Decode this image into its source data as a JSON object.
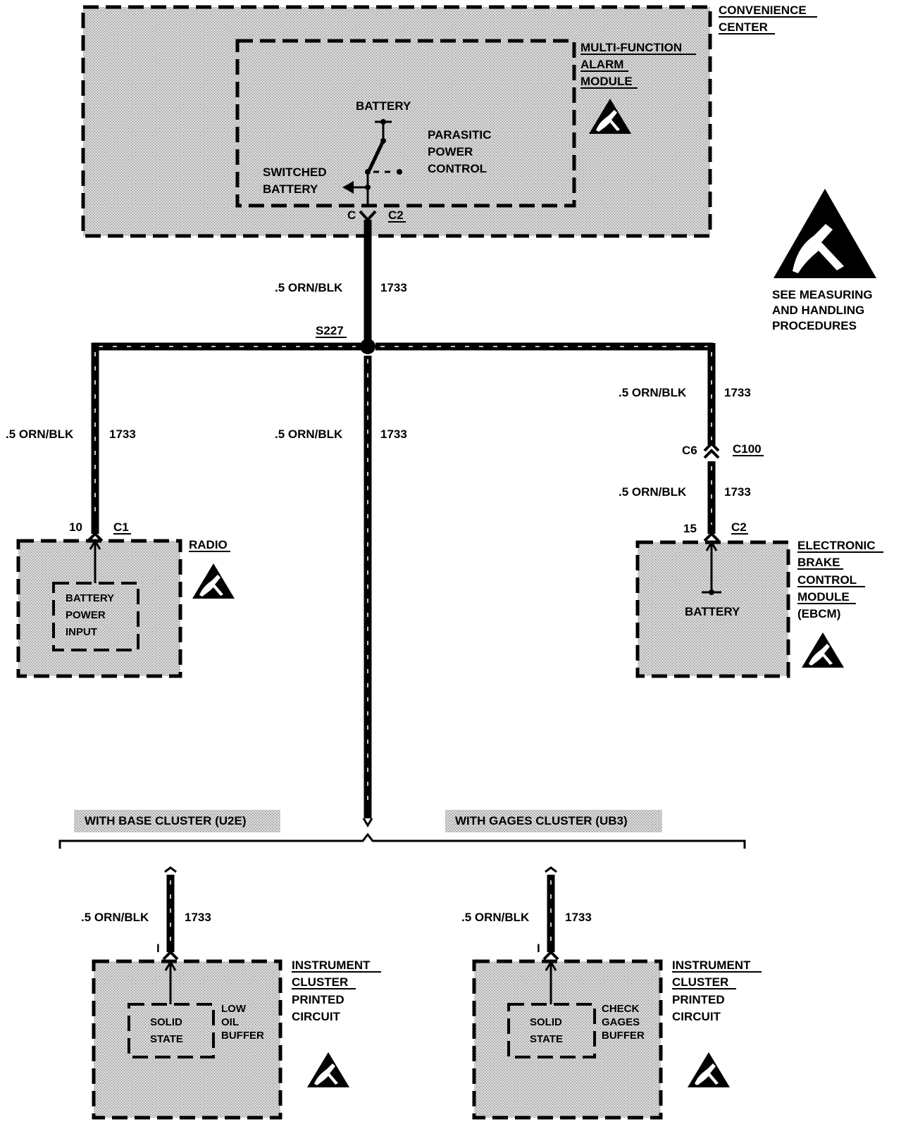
{
  "convenience_center": {
    "title_lines": [
      "CONVENIENCE",
      "CENTER"
    ]
  },
  "multi_function_alarm_module": {
    "title_lines": [
      "MULTI-FUNCTION",
      "ALARM",
      "MODULE"
    ],
    "battery_label": "BATTERY",
    "parasitic_lines": [
      "PARASITIC",
      "POWER",
      "CONTROL"
    ],
    "switched_lines": [
      "SWITCHED",
      "BATTERY"
    ],
    "pin": "C",
    "connector": "C2"
  },
  "esd_note_lines": [
    "SEE MEASURING",
    "AND HANDLING",
    "PROCEDURES"
  ],
  "wires": {
    "top": {
      "label": ".5 ORN/BLK",
      "circuit": "1733"
    },
    "splice": "S227",
    "left_drop": {
      "label": ".5 ORN/BLK",
      "circuit": "1733"
    },
    "center_drop": {
      "label": ".5 ORN/BLK",
      "circuit": "1733"
    },
    "right_upper": {
      "label": ".5 ORN/BLK",
      "circuit": "1733"
    },
    "right_lower": {
      "label": ".5 ORN/BLK",
      "circuit": "1733"
    },
    "bottom_left": {
      "label": ".5 ORN/BLK",
      "circuit": "1733"
    },
    "bottom_right": {
      "label": ".5 ORN/BLK",
      "circuit": "1733"
    }
  },
  "inline_connector": {
    "pin": "C6",
    "connector": "C100"
  },
  "radio": {
    "title": "RADIO",
    "pin": "10",
    "connector": "C1",
    "inner_lines": [
      "BATTERY",
      "POWER",
      "INPUT"
    ]
  },
  "ebcm": {
    "title_lines": [
      "ELECTRONIC",
      "BRAKE",
      "CONTROL",
      "MODULE"
    ],
    "suffix": "(EBCM)",
    "pin": "15",
    "connector": "C2",
    "inner": "BATTERY"
  },
  "options": {
    "base": "WITH BASE CLUSTER (U2E)",
    "gages": "WITH GAGES CLUSTER (UB3)"
  },
  "cluster_left": {
    "title_lines": [
      "INSTRUMENT",
      "CLUSTER"
    ],
    "sub_lines": [
      "PRINTED",
      "CIRCUIT"
    ],
    "pin": "I",
    "solid_lines": [
      "SOLID",
      "STATE"
    ],
    "buffer_lines": [
      "LOW",
      "OIL",
      "BUFFER"
    ]
  },
  "cluster_right": {
    "title_lines": [
      "INSTRUMENT",
      "CLUSTER"
    ],
    "sub_lines": [
      "PRINTED",
      "CIRCUIT"
    ],
    "pin": "I",
    "solid_lines": [
      "SOLID",
      "STATE"
    ],
    "buffer_lines": [
      "CHECK",
      "GAGES",
      "BUFFER"
    ]
  }
}
